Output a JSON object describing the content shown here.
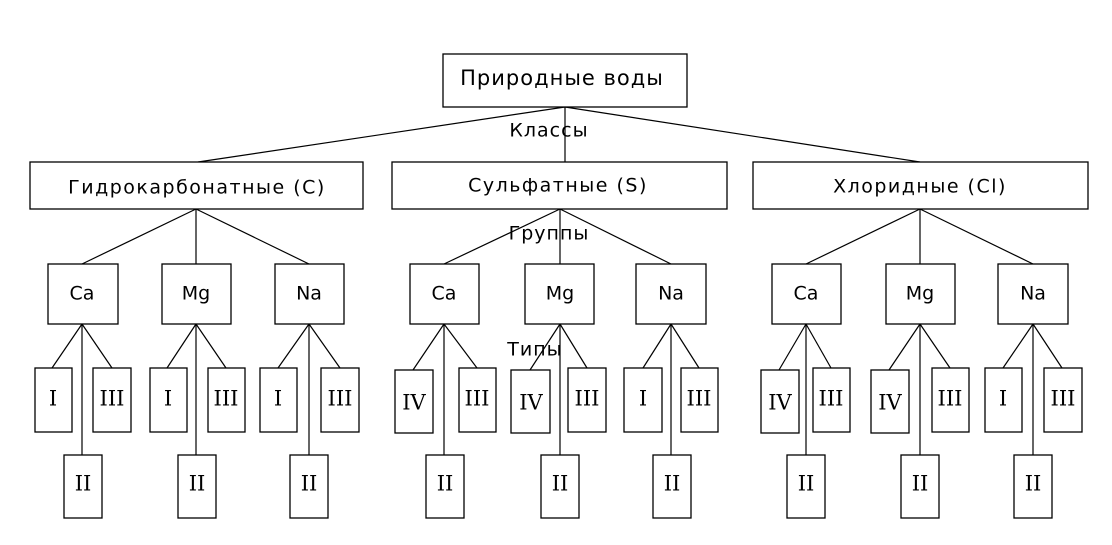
{
  "root": "Природные воды",
  "labels": {
    "classes": "Классы",
    "groups": "Группы",
    "types": "Типы"
  },
  "classes": [
    {
      "name": "Гидрокарбонатные (C)",
      "groups": [
        {
          "cation": "Ca",
          "types": [
            "I",
            "III",
            "II"
          ]
        },
        {
          "cation": "Mg",
          "types": [
            "I",
            "III",
            "II"
          ]
        },
        {
          "cation": "Na",
          "types": [
            "I",
            "III",
            "II"
          ]
        }
      ]
    },
    {
      "name": "Сульфатные (S)",
      "groups": [
        {
          "cation": "Ca",
          "types": [
            "IV",
            "III",
            "II"
          ]
        },
        {
          "cation": "Mg",
          "types": [
            "IV",
            "III",
            "II"
          ]
        },
        {
          "cation": "Na",
          "types": [
            "I",
            "III",
            "II"
          ]
        }
      ]
    },
    {
      "name": "Хлоридные (Cl)",
      "groups": [
        {
          "cation": "Ca",
          "types": [
            "IV",
            "III",
            "II"
          ]
        },
        {
          "cation": "Mg",
          "types": [
            "IV",
            "III",
            "II"
          ]
        },
        {
          "cation": "Na",
          "types": [
            "I",
            "III",
            "II"
          ]
        }
      ]
    }
  ]
}
